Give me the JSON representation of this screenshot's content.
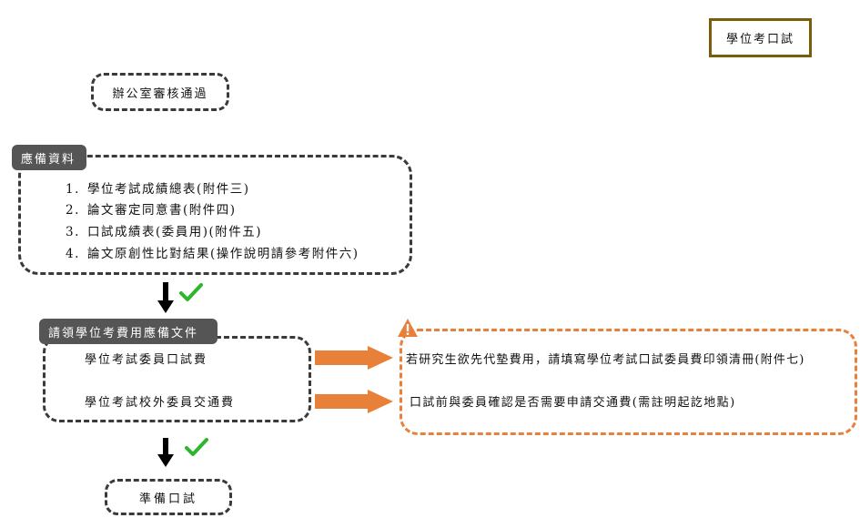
{
  "title_box": {
    "label": "學位考口試"
  },
  "steps": {
    "office_approval": {
      "label": "辦公室審核通過"
    },
    "required_docs": {
      "header": "應備資料",
      "items": [
        {
          "num": "1.",
          "text": "學位考試成績總表(附件三)"
        },
        {
          "num": "2.",
          "text": "論文審定同意書(附件四)"
        },
        {
          "num": "3.",
          "text": "口試成績表(委員用)(附件五)"
        },
        {
          "num": "4.",
          "text": "論文原創性比對結果(操作說明請參考附件六)"
        }
      ]
    },
    "fee_docs": {
      "header": "請領學位考費用應備文件",
      "items": [
        {
          "text": "學位考試委員口試費"
        },
        {
          "text": "學位考試校外委員交通費"
        }
      ]
    },
    "notes": {
      "items": [
        {
          "text": "若研究生欲先代墊費用，請填寫學位考試口試委員費印領清冊(附件七)"
        },
        {
          "text": "口試前與委員確認是否需要申請交通費(需註明起訖地點)"
        }
      ]
    },
    "prepare_exam": {
      "label": "準備口試"
    }
  },
  "colors": {
    "title_border": "#7a5c0a",
    "dash_dark": "#3a3a3a",
    "accent_orange": "#e8803a",
    "check_green": "#2db52d",
    "header_fill": "#555555"
  }
}
